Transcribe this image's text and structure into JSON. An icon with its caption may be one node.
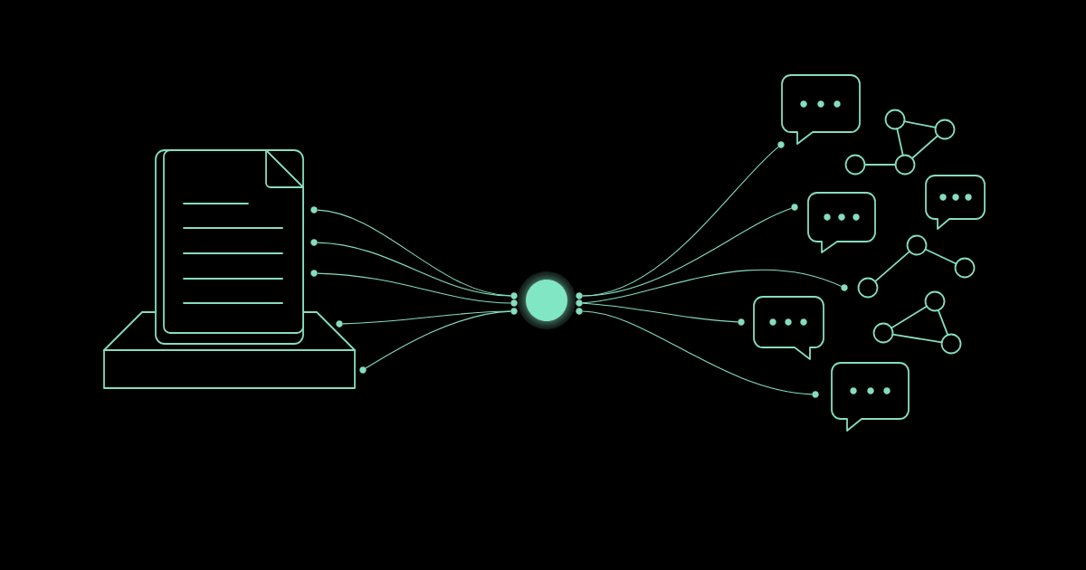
{
  "diagram": {
    "nodes": [
      {
        "text": [],
        "shape": "document"
      },
      {
        "text": [],
        "shape": "circle"
      },
      {
        "text": [],
        "shape": "bubble"
      },
      {
        "text": [],
        "shape": "graph"
      },
      {
        "text": [],
        "shape": "bubble"
      },
      {
        "text": [],
        "shape": "bubble"
      },
      {
        "text": [],
        "shape": "graph"
      },
      {
        "text": [],
        "shape": "bubble"
      },
      {
        "text": [],
        "shape": "graph"
      },
      {
        "text": [],
        "shape": "bubble"
      }
    ],
    "edges": [
      {
        "from": 0,
        "to": 1,
        "arrow": "none"
      },
      {
        "from": 0,
        "to": 1,
        "arrow": "none"
      },
      {
        "from": 0,
        "to": 1,
        "arrow": "none"
      },
      {
        "from": 0,
        "to": 1,
        "arrow": "none"
      },
      {
        "from": 0,
        "to": 1,
        "arrow": "none"
      },
      {
        "from": 1,
        "to": 2,
        "arrow": "none"
      },
      {
        "from": 1,
        "to": 4,
        "arrow": "none"
      },
      {
        "from": 1,
        "to": 6,
        "arrow": "none"
      },
      {
        "from": 1,
        "to": 7,
        "arrow": "none"
      },
      {
        "from": 1,
        "to": 9,
        "arrow": "none"
      }
    ]
  }
}
